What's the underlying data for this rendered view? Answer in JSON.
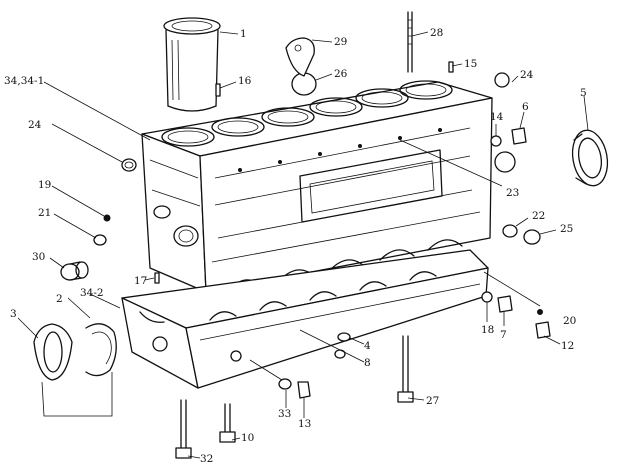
{
  "callouts": [
    {
      "id": "c1",
      "label": "1"
    },
    {
      "id": "c2",
      "label": "2"
    },
    {
      "id": "c3",
      "label": "3"
    },
    {
      "id": "c4",
      "label": "4"
    },
    {
      "id": "c5",
      "label": "5"
    },
    {
      "id": "c6",
      "label": "6"
    },
    {
      "id": "c7",
      "label": "7"
    },
    {
      "id": "c8",
      "label": "8"
    },
    {
      "id": "c10",
      "label": "10"
    },
    {
      "id": "c12",
      "label": "12"
    },
    {
      "id": "c13",
      "label": "13"
    },
    {
      "id": "c14",
      "label": "14"
    },
    {
      "id": "c15",
      "label": "15"
    },
    {
      "id": "c16",
      "label": "16"
    },
    {
      "id": "c17",
      "label": "17"
    },
    {
      "id": "c18",
      "label": "18"
    },
    {
      "id": "c19",
      "label": "19"
    },
    {
      "id": "c20",
      "label": "20"
    },
    {
      "id": "c21",
      "label": "21"
    },
    {
      "id": "c22",
      "label": "22"
    },
    {
      "id": "c23",
      "label": "23"
    },
    {
      "id": "c24a",
      "label": "24"
    },
    {
      "id": "c24b",
      "label": "24"
    },
    {
      "id": "c25",
      "label": "25"
    },
    {
      "id": "c26",
      "label": "26"
    },
    {
      "id": "c27",
      "label": "27"
    },
    {
      "id": "c28",
      "label": "28"
    },
    {
      "id": "c29",
      "label": "29"
    },
    {
      "id": "c30",
      "label": "30"
    },
    {
      "id": "c32",
      "label": "32"
    },
    {
      "id": "c33",
      "label": "33"
    },
    {
      "id": "c34",
      "label": "34,34-1"
    },
    {
      "id": "c34-2",
      "label": "34-2"
    }
  ]
}
